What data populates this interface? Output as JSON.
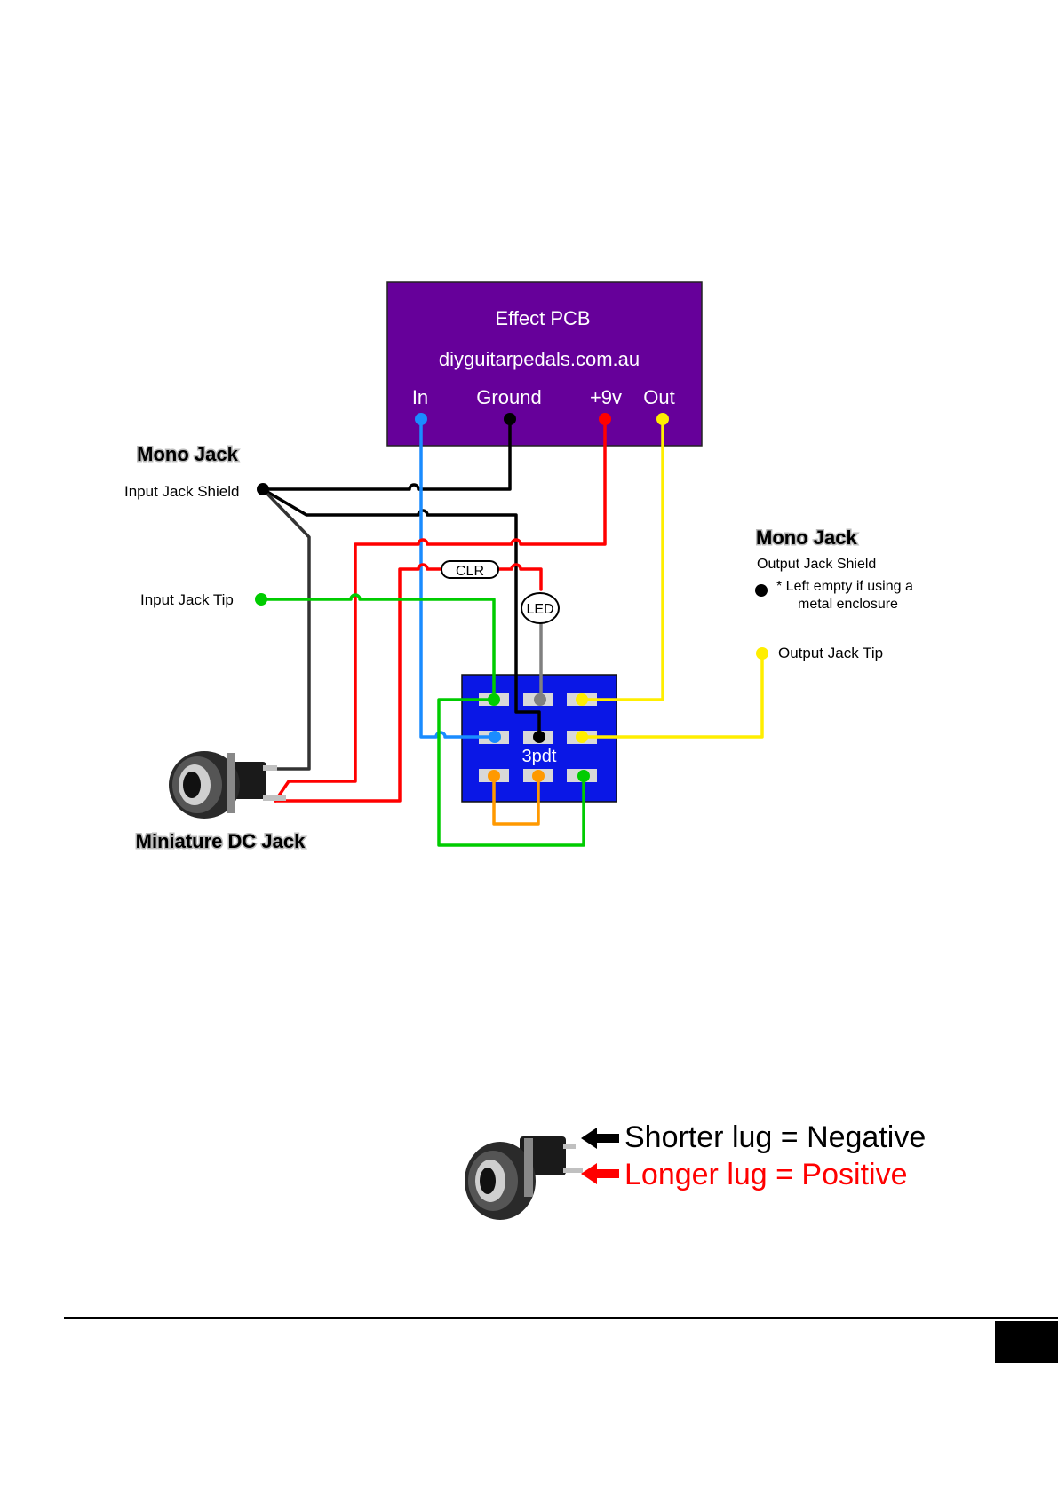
{
  "pcb": {
    "title": "Effect PCB",
    "website": "diyguitarpedals.com.au",
    "pad_in": "In",
    "pad_ground": "Ground",
    "pad_9v": "+9v",
    "pad_out": "Out"
  },
  "input_jack": {
    "heading": "Mono Jack",
    "shield": "Input Jack Shield",
    "tip": "Input Jack Tip"
  },
  "output_jack": {
    "heading": "Mono Jack",
    "shield": "Output Jack Shield",
    "note_line1": "* Left empty if using a",
    "note_line2": "metal enclosure",
    "tip": "Output Jack Tip"
  },
  "components": {
    "clr": "CLR",
    "led": "LED",
    "switch": "3pdt"
  },
  "dc_jack": {
    "label": "Miniature DC Jack"
  },
  "polarity": {
    "negative": "Shorter lug = Negative",
    "positive": "Longer lug = Positive"
  },
  "colors": {
    "pcb_fill": "#66009a",
    "switch_fill": "#0a17e6",
    "wire_in": "#1a8cff",
    "wire_ground": "#000000",
    "wire_power": "#ff0000",
    "wire_out": "#ffee00",
    "wire_tip": "#00cc00",
    "wire_led": "#808080",
    "wire_jumper": "#ff9900"
  }
}
